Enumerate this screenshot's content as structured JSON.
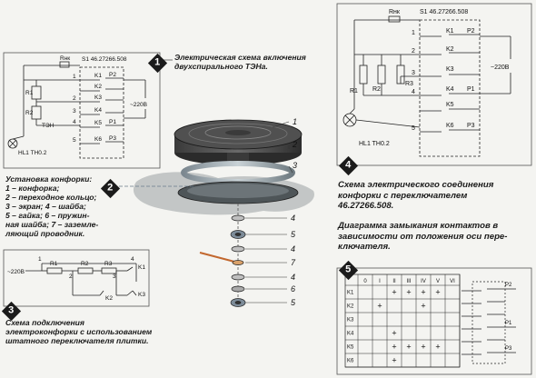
{
  "panel1": {
    "number": "1",
    "caption": [
      "Электрическая схема включения",
      "двухспирального ТЭНа."
    ],
    "switch_model": "S1 46.27266.508",
    "resistor_top": "Rнк",
    "r1": "R1",
    "r2": "R2",
    "heater": "ТЭН",
    "lamp": "HL1 TH0.2",
    "voltage": "~220В",
    "contacts": [
      "K1",
      "K2",
      "K3",
      "K4",
      "K5",
      "K6"
    ],
    "terminals": [
      "P2",
      "P1",
      "P3"
    ],
    "pins": [
      "1",
      "2",
      "3",
      "4",
      "5"
    ]
  },
  "panel2": {
    "number": "2",
    "caption": [
      "Установка конфорки:",
      "1 – конфорка;",
      "2 – переходное кольцо;",
      "3 – экран; 4 – шайба;",
      "5 – гайка; 6 – пружин-",
      "ная шайба; 7 – заземле-",
      "ляющий проводник."
    ],
    "part_labels": [
      "1",
      "2",
      "3",
      "4",
      "5",
      "4",
      "7",
      "4",
      "6",
      "5"
    ]
  },
  "panel3": {
    "number": "3",
    "caption": [
      "Схема подключения",
      "электроконфорки с использованием",
      "штатного переключателя плитки."
    ],
    "voltage": "~220В",
    "resistors": [
      "R1",
      "R2",
      "R3"
    ],
    "switches": [
      "K1",
      "K2",
      "K3"
    ],
    "nodes": [
      "1",
      "2",
      "3",
      "4"
    ]
  },
  "panel4": {
    "number": "4",
    "switch_model": "S1 46.27266.508",
    "resistor_top": "Rнк",
    "r1": "R1",
    "r2": "R2",
    "r3": "R3",
    "lamp": "HL1 TH0.2",
    "voltage": "~220В",
    "contacts": [
      "K1",
      "K2",
      "K3",
      "K4",
      "K5",
      "K6"
    ],
    "terminals": [
      "P2",
      "P1",
      "P3"
    ],
    "pins": [
      "1",
      "2",
      "3",
      "4",
      "5"
    ]
  },
  "caption4": [
    "Схема электрического соединения",
    "конфорки с переключателем",
    "46.27266.508."
  ],
  "caption5": [
    "Диаграмма замыкания контактов в",
    "зависимости от положения оси пере-",
    "ключателя."
  ],
  "panel5": {
    "number": "5",
    "columns": [
      "0",
      "I",
      "II",
      "III",
      "IV",
      "V",
      "VI"
    ],
    "rows": [
      {
        "label": "K1",
        "cells": [
          "",
          "",
          "+",
          "+",
          "+",
          "+",
          ""
        ]
      },
      {
        "label": "K2",
        "cells": [
          "",
          "+",
          "",
          "",
          "+",
          "",
          ""
        ]
      },
      {
        "label": "K3",
        "cells": [
          "",
          "",
          "",
          "",
          "",
          "",
          ""
        ]
      },
      {
        "label": "K4",
        "cells": [
          "",
          "",
          "+",
          "",
          "",
          "",
          ""
        ]
      },
      {
        "label": "K5",
        "cells": [
          "",
          "",
          "+",
          "+",
          "+",
          "+",
          ""
        ]
      },
      {
        "label": "K6",
        "cells": [
          "",
          "",
          "+",
          "",
          "",
          "",
          ""
        ]
      }
    ],
    "mini_terminals": [
      "P2",
      "P1",
      "P3"
    ]
  }
}
